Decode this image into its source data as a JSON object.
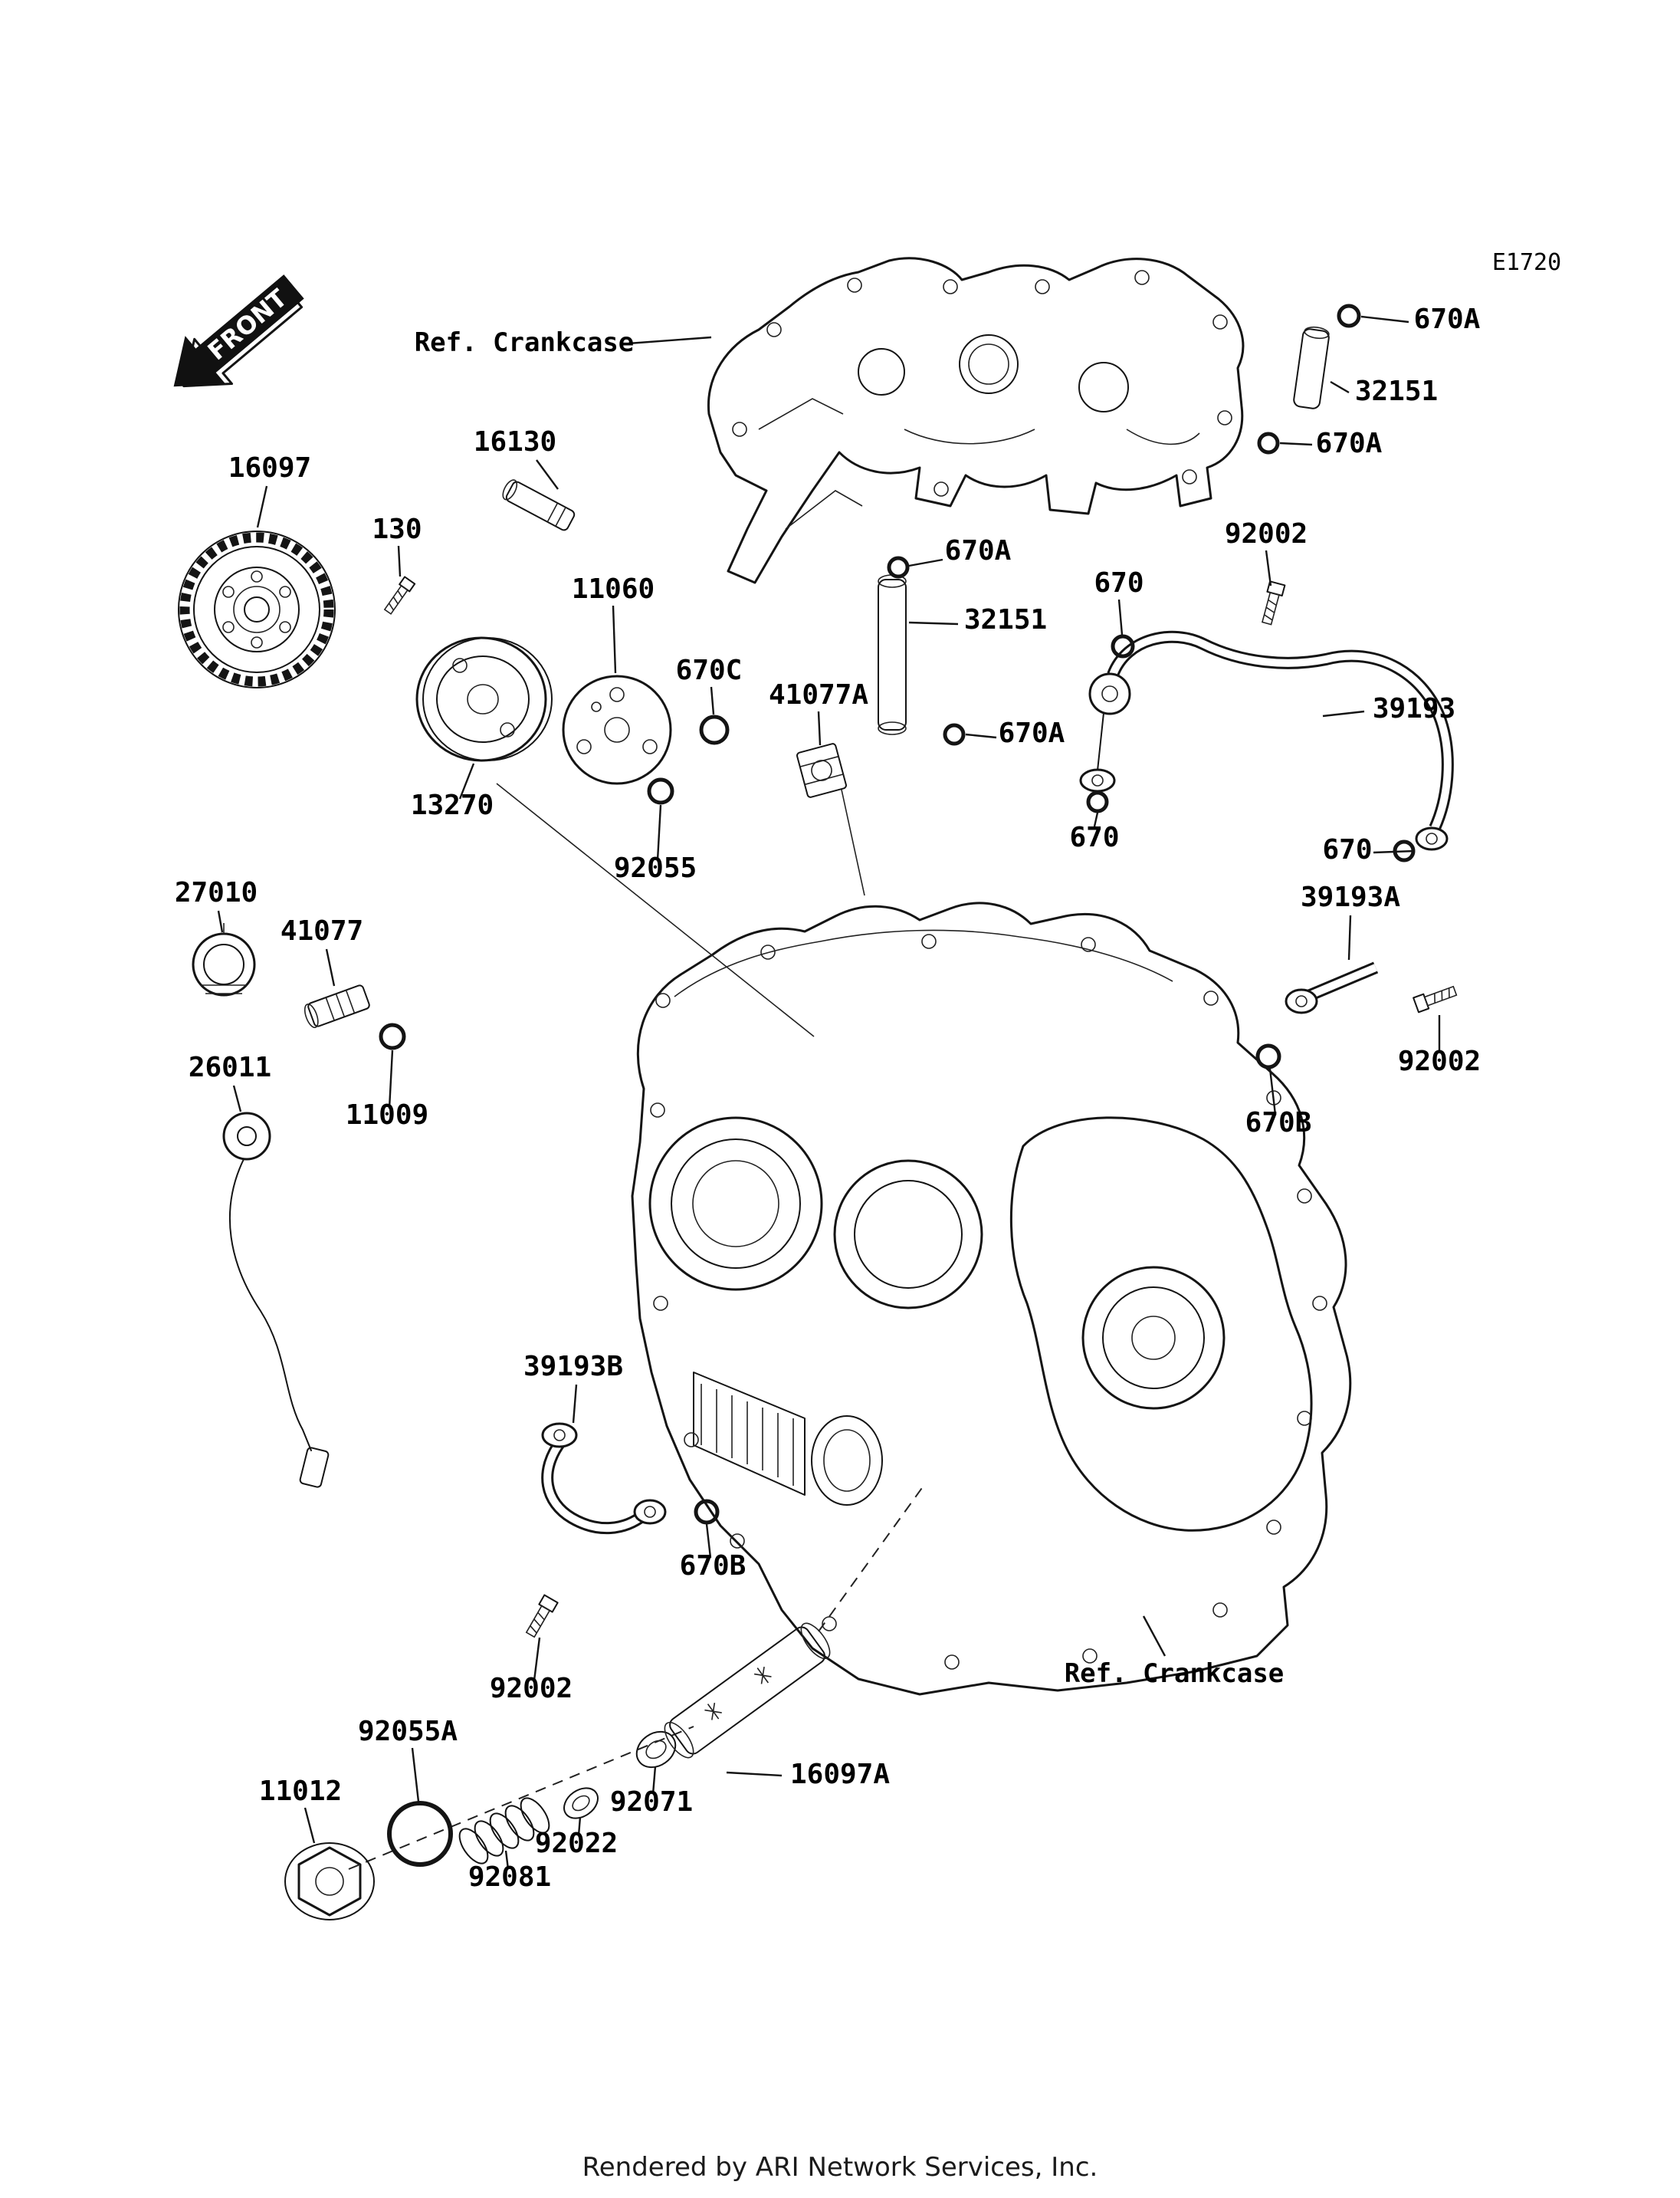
{
  "diagram": {
    "drawing_code": "E1720",
    "front_label": "FRONT",
    "ref_labels": {
      "top": "Ref. Crankcase",
      "bottom": "Ref. Crankcase"
    },
    "footer": "Rendered by ARI Network Services, Inc.",
    "colors": {
      "line": "#141414",
      "background": "#ffffff"
    },
    "part_labels": [
      {
        "text": "670A"
      },
      {
        "text": "32151"
      },
      {
        "text": "670A"
      },
      {
        "text": "16097"
      },
      {
        "text": "16130"
      },
      {
        "text": "130"
      },
      {
        "text": "92002"
      },
      {
        "text": "670A"
      },
      {
        "text": "11060"
      },
      {
        "text": "670"
      },
      {
        "text": "32151"
      },
      {
        "text": "670C"
      },
      {
        "text": "41077A"
      },
      {
        "text": "39193"
      },
      {
        "text": "670A"
      },
      {
        "text": "13270"
      },
      {
        "text": "670"
      },
      {
        "text": "92055"
      },
      {
        "text": "670"
      },
      {
        "text": "27010"
      },
      {
        "text": "39193A"
      },
      {
        "text": "41077"
      },
      {
        "text": "26011"
      },
      {
        "text": "92002"
      },
      {
        "text": "11009"
      },
      {
        "text": "670B"
      },
      {
        "text": "39193B"
      },
      {
        "text": "670B"
      },
      {
        "text": "92002"
      },
      {
        "text": "92055A"
      },
      {
        "text": "11012"
      },
      {
        "text": "16097A"
      },
      {
        "text": "92071"
      },
      {
        "text": "92022"
      },
      {
        "text": "92081"
      }
    ]
  }
}
